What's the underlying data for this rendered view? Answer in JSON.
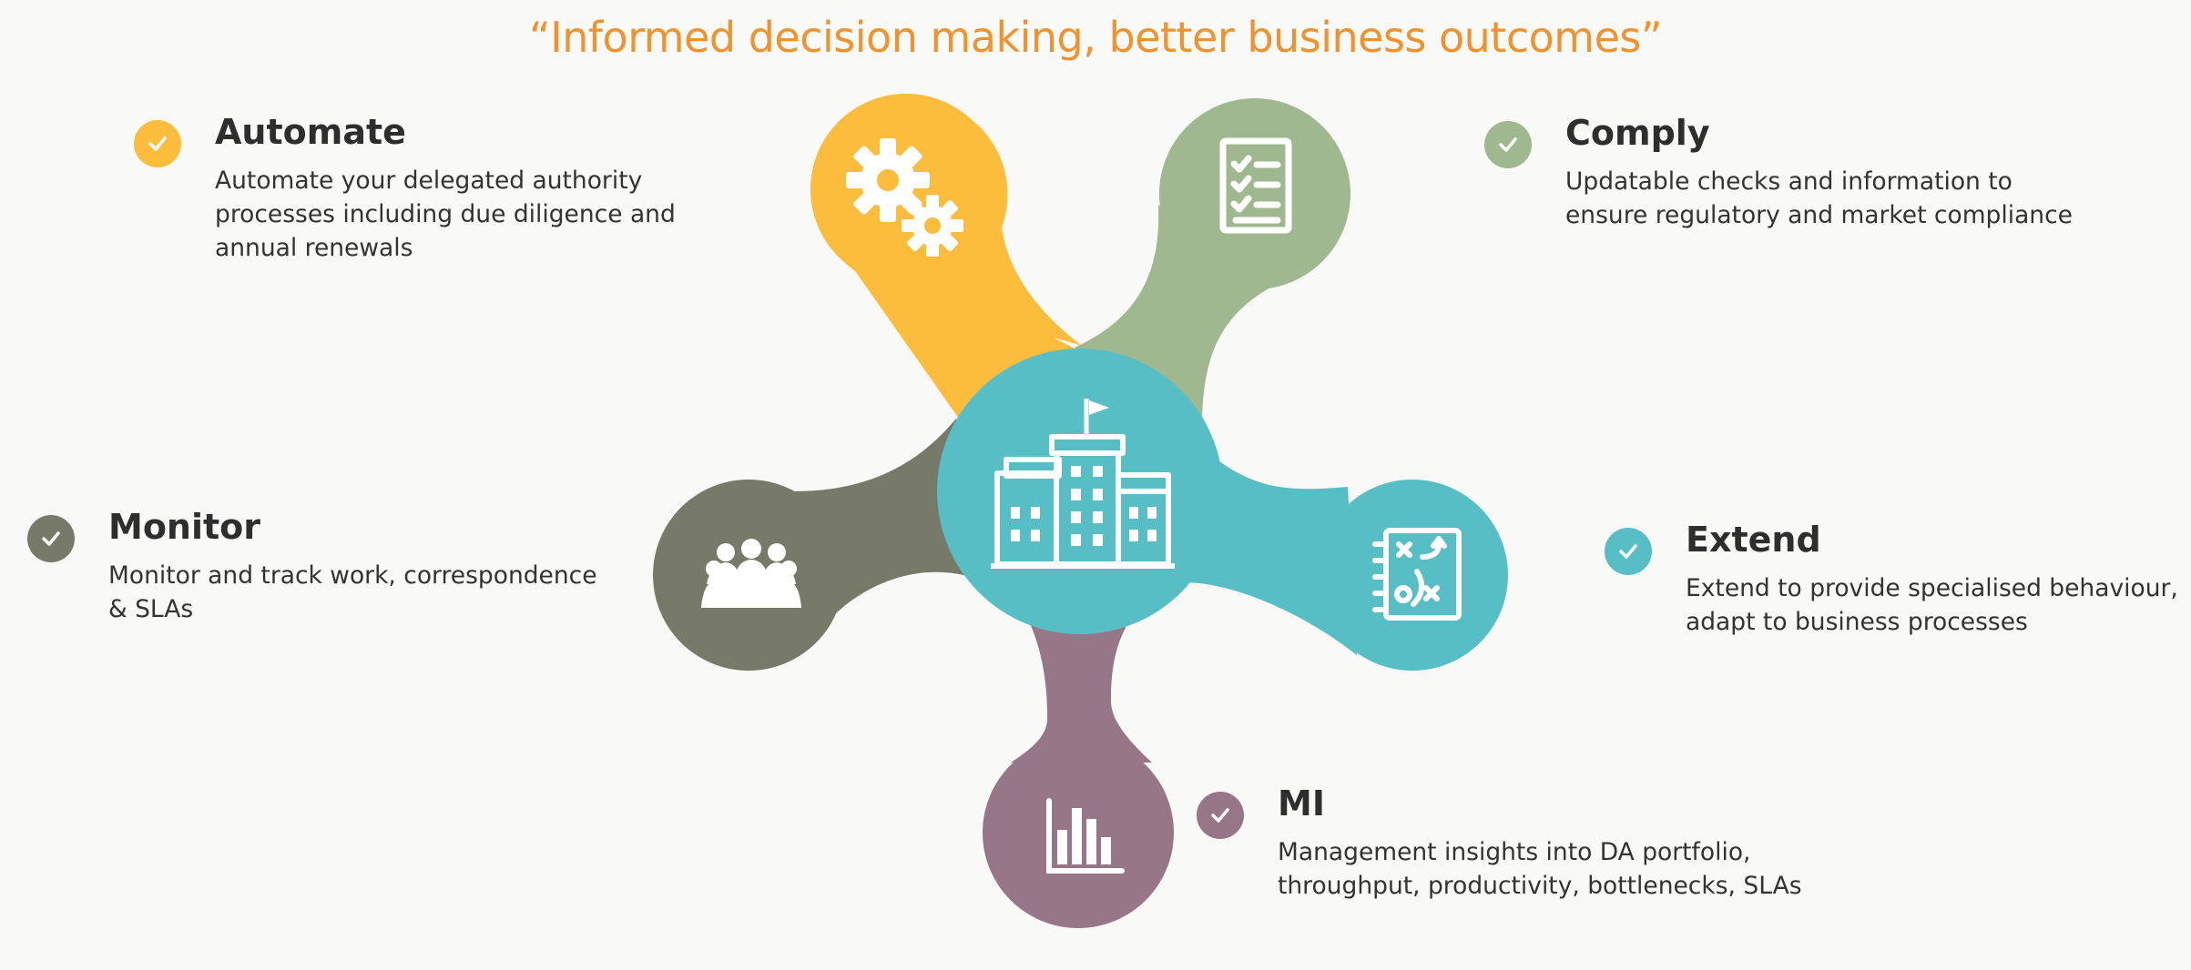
{
  "tagline": "“Informed decision making, better business outcomes”",
  "colors": {
    "automate": "#fbbd3b",
    "comply": "#9fb890",
    "monitor": "#777a68",
    "extend": "#58bec6",
    "mi": "#977687",
    "hub": "#58bec6",
    "tagline": "#f0922e"
  },
  "features": {
    "automate": {
      "title": "Automate",
      "description": "Automate your delegated authority\nprocesses including due diligence and\nannual renewals"
    },
    "comply": {
      "title": "Comply",
      "description": "Updatable checks and information to\nensure regulatory and market compliance"
    },
    "monitor": {
      "title": "Monitor",
      "description": "Monitor and track work, correspondence\n& SLAs"
    },
    "extend": {
      "title": "Extend",
      "description": "Extend to provide specialised behaviour,\nadapt to business processes"
    },
    "mi": {
      "title": "MI",
      "description": "Management insights into DA portfolio,\nthroughput, productivity, bottlenecks, SLAs"
    }
  },
  "icons": {
    "automate": "gears-icon",
    "comply": "checklist-icon",
    "monitor": "team-icon",
    "extend": "strategy-board-icon",
    "mi": "bar-chart-icon",
    "hub": "building-icon",
    "check": "check-icon"
  }
}
